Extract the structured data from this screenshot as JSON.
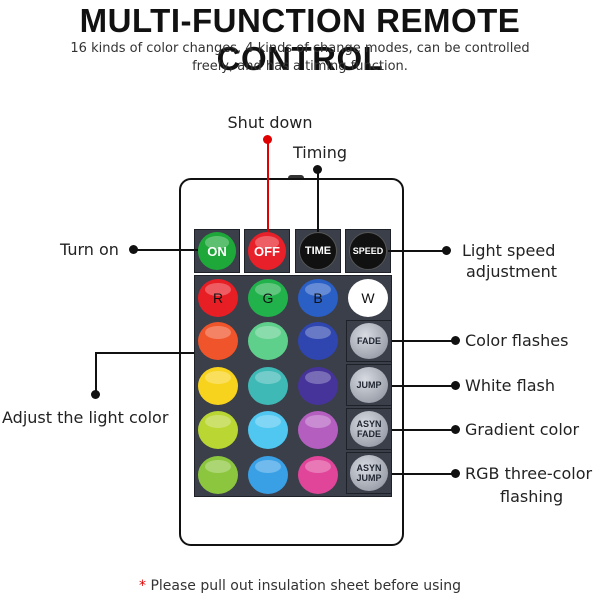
{
  "header": {
    "title": "MULTI-FUNCTION REMOTE CONTROL",
    "subtitle_line1": "16 kinds of color changes, 4 kinds of change modes, can be controlled",
    "subtitle_line2": "freely, and has a timing function."
  },
  "annotations": {
    "shut_down": "Shut down",
    "timing": "Timing",
    "turn_on": "Turn on",
    "light_speed_line1": "Light speed",
    "light_speed_line2": "adjustment",
    "adjust_color": "Adjust the light color",
    "color_flashes": "Color flashes",
    "white_flash": "White flash",
    "gradient_color": "Gradient color",
    "rgb_line1": "RGB three-color",
    "rgb_line2": "flashing"
  },
  "remote": {
    "top_buttons": [
      {
        "label": "ON",
        "color": "#1fa83a"
      },
      {
        "label": "OFF",
        "color": "#e8202a"
      },
      {
        "label": "TIME",
        "color": "#111111"
      },
      {
        "label": "SPEED",
        "color": "#111111"
      }
    ],
    "letter_buttons": [
      {
        "label": "R",
        "color": "#e81e25"
      },
      {
        "label": "G",
        "color": "#22b24c"
      },
      {
        "label": "B",
        "color": "#2a5fc6"
      },
      {
        "label": "W",
        "color": "#ffffff"
      }
    ],
    "color_grid": [
      [
        "#f0542a",
        "#5fcf8c",
        "#2f46b0"
      ],
      [
        "#f7d31e",
        "#3fb9b6",
        "#46349a"
      ],
      [
        "#b9d632",
        "#4fc7f0",
        "#b45fc0"
      ],
      [
        "#8cc63e",
        "#3aa0e6",
        "#e0459a"
      ]
    ],
    "mode_buttons": [
      {
        "line1": "FADE",
        "line2": ""
      },
      {
        "line1": "JUMP",
        "line2": ""
      },
      {
        "line1": "ASYN",
        "line2": "FADE"
      },
      {
        "line1": "ASYN",
        "line2": "JUMP"
      }
    ]
  },
  "footer": {
    "star": "*",
    "note": "Please pull out insulation sheet before using"
  }
}
